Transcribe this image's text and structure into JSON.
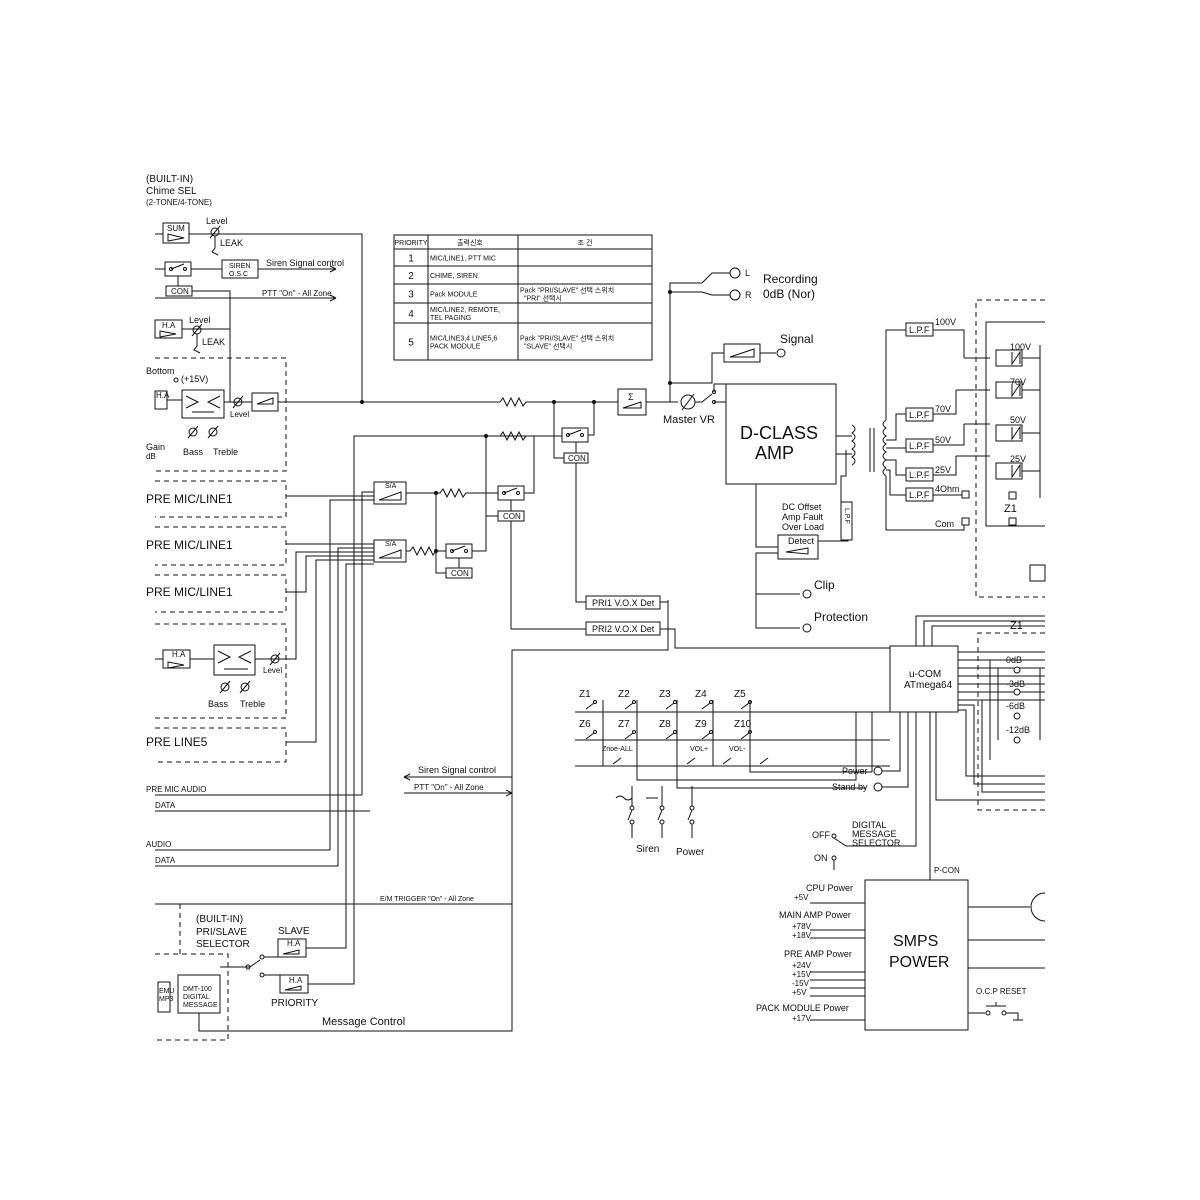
{
  "chime": {
    "line1": "(BUILT-IN)",
    "line2": "Chime SEL",
    "line3": "(2-TONE/4-TONE)"
  },
  "labels": {
    "level": "Level",
    "leak": "LEAK",
    "sum": "SUM",
    "siren_osc_1": "SIREN",
    "siren_osc_2": "O.S.C",
    "siren_signal_control": "Siren Signal control",
    "con": "CON",
    "ptt_all_zone": "PTT \"On\" - All Zone",
    "ha": "H.A",
    "bottom": "Bottom",
    "plus15v": "(+15V)",
    "gain": "Gain",
    "db": "dB",
    "bass": "Bass",
    "treble": "Treble",
    "sa": "S/A",
    "mic_line1_a": "PRE MIC/LINE1",
    "mic_line1_b": "PRE MIC/LINE1",
    "mic_line1_c": "PRE MIC/LINE1",
    "line5": "PRE LINE5",
    "mic_audio": "PRE MIC AUDIO",
    "data1": "DATA",
    "audio": "AUDIO",
    "data2": "DATA",
    "siren_signal_control_2": "Siren Signal control",
    "ptt_all_zone_2": "PTT \"On\" - All Zone",
    "em_trigger": "E/M TRIGGER \"On\" - All Zone",
    "builtin": "(BUILT-IN)",
    "pri_slave": "PRI/SLAVE",
    "selector": "SELECTOR",
    "slave": "SLAVE",
    "priority": "PRIORITY",
    "message_control": "Message Control",
    "emu": "EMU",
    "mp3": "MP3",
    "dmt1": "DMT-100",
    "dmt2": "DIGITAL",
    "dmt3": "MESSAGE",
    "pri1_vox": "PRI1 V.O.X Det",
    "pri2_vox": "PRI2 V.O.X Det",
    "sigma": "Σ",
    "master_vr": "Master VR",
    "recording": "Recording",
    "recording_level": "0dB (Nor)",
    "l": "L",
    "r": "R",
    "signal": "Signal",
    "dclass1": "D-CLASS",
    "dclass2": "AMP",
    "dc_offset": "DC Offset",
    "amp_fault": "Amp Fault",
    "over_load": "Over Load",
    "detect": "Detect",
    "clip": "Clip",
    "protection": "Protection",
    "lpf": "L.P.F",
    "out_100v": "100V",
    "out_70v": "70V",
    "out_50v": "50V",
    "out_25v": "25V",
    "out_4ohm": "4Ohm",
    "com": "Com",
    "sw_100v": "100V",
    "sw_70v": "70V",
    "sw_50v": "50V",
    "sw_25v": "25V",
    "z1": "Z1",
    "z1_top": "Z1",
    "att_0": "0dB",
    "att_3": "-3dB",
    "att_6": "-6dB",
    "att_12": "-12dB",
    "ucom1": "u-COM",
    "ucom2": "ATmega64",
    "zone_all": "Znoe-ALL",
    "vol_plus": "VOL+",
    "vol_minus": "VOL-",
    "power_led": "Power",
    "standby_led": "Stand by",
    "siren_sw": "Siren",
    "power_sw": "Power",
    "off": "OFF",
    "on": "ON",
    "dms1": "DIGITAL",
    "dms2": "MESSAGE",
    "dms3": "SELECTOR",
    "pcon": "P-CON",
    "smps1": "SMPS",
    "smps2": "POWER",
    "ocp": "O.C.P RESET",
    "cpu_power": "CPU Power",
    "cpu_5v": "+5V",
    "main_power": "MAIN AMP Power",
    "main_78": "+78V",
    "main_18": "+18V",
    "pre_power": "PRE AMP Power",
    "pre_24": "+24V",
    "pre_15p": "+15V",
    "pre_15n": "-15V",
    "pre_5": "+5V",
    "pack_power": "PACK MODULE Power",
    "pack_17": "+17V"
  },
  "zones": [
    "Z1",
    "Z2",
    "Z3",
    "Z4",
    "Z5",
    "Z6",
    "Z7",
    "Z8",
    "Z9",
    "Z10"
  ],
  "priority_table": {
    "headers": [
      "PRIORITY",
      "출력신호",
      "조 건"
    ],
    "rows": [
      {
        "n": "1",
        "signal": "MIC/LINE1, PTT MIC",
        "cond": ""
      },
      {
        "n": "2",
        "signal": "CHIME, SIREN",
        "cond": ""
      },
      {
        "n": "3",
        "signal": "Pack MODULE",
        "cond": "Pack \"PRI/SLAVE\" 선택 스위치",
        "cond2": "\"PRI\" 선택시"
      },
      {
        "n": "4",
        "signal": "MIC/LINE2, REMOTE,",
        "signal2": "TEL PAGING",
        "cond": ""
      },
      {
        "n": "5",
        "signal": "MIC/LINE3,4 LINE5,6",
        "signal2": "PACK MODULE",
        "cond": "Pack \"PRI/SLAVE\" 선택 스위치",
        "cond2": "\"SLAVE\" 선택시"
      }
    ]
  }
}
